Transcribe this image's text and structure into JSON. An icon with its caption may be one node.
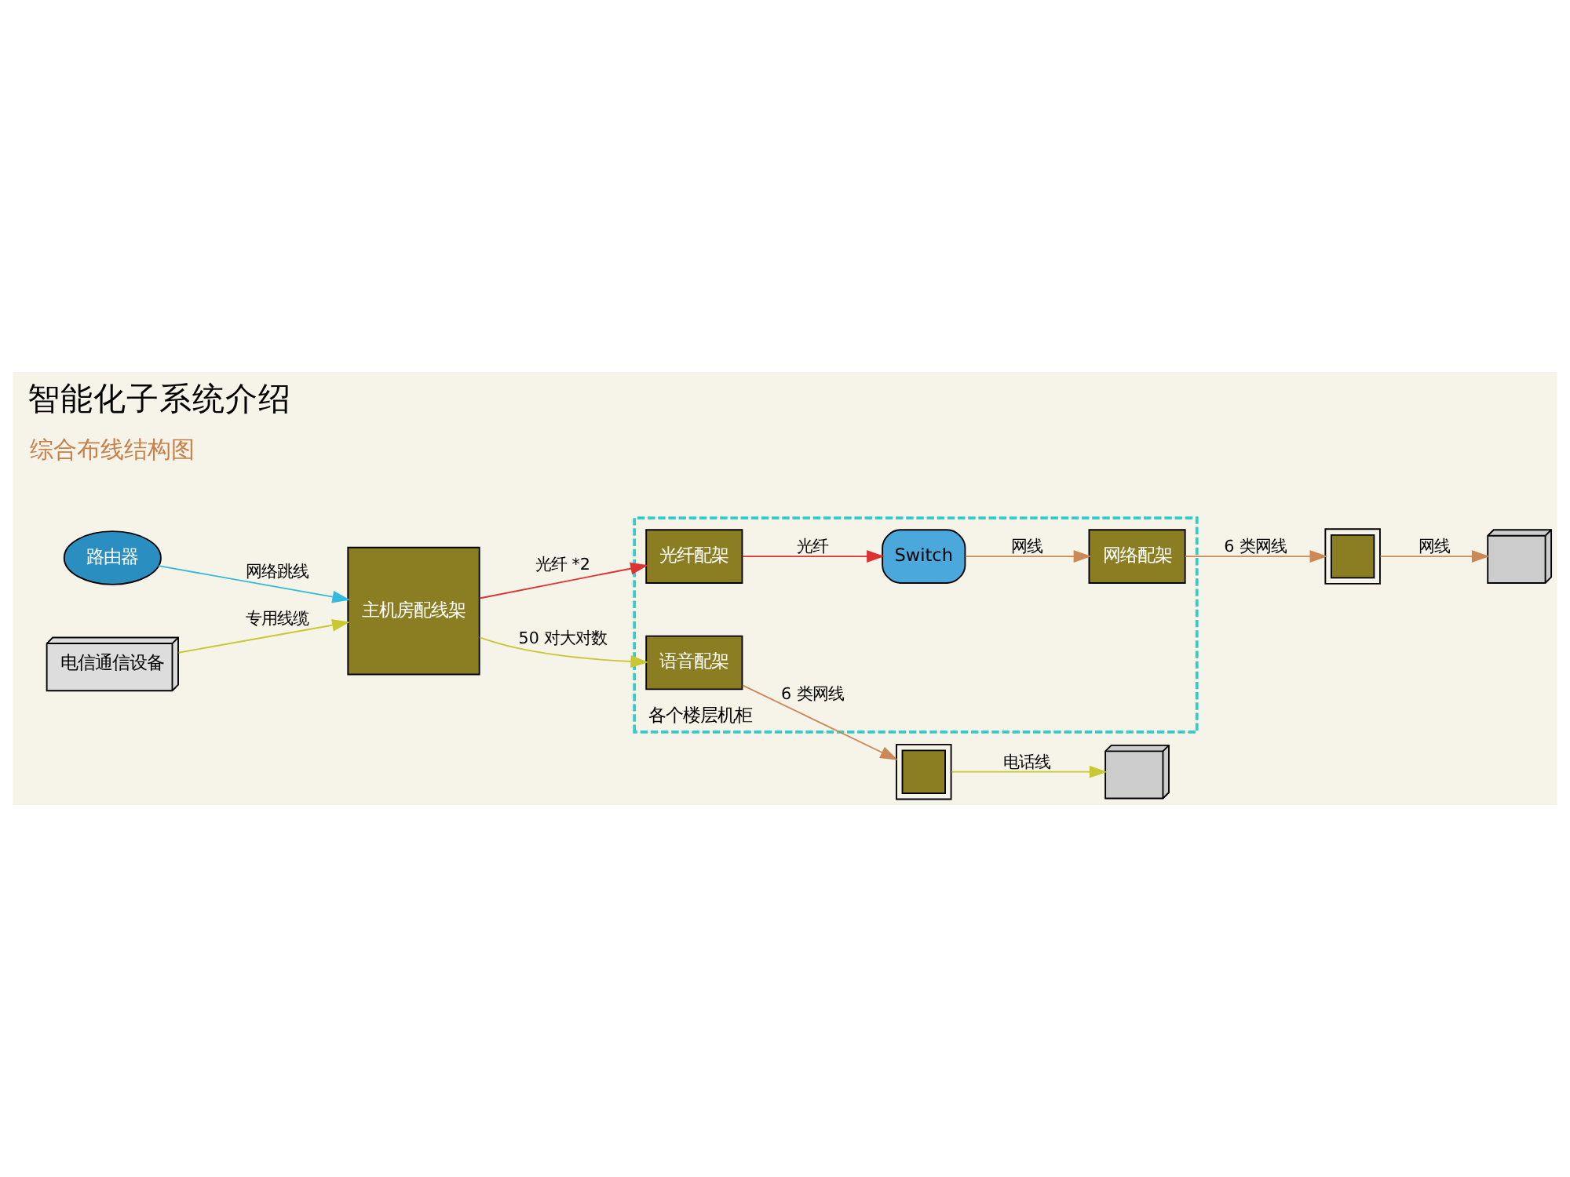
{
  "diagram": {
    "title": "智能化子系统介绍",
    "nodes": [
      {
        "text": [
          "路由器"
        ]
      },
      {
        "text": [
          "电信通信设备"
        ]
      },
      {
        "text": [
          "主机房配线架"
        ]
      },
      {
        "text": [
          "各个楼层机柜"
        ]
      },
      {
        "text": [
          "光纤配架"
        ],
        "in": 3
      },
      {
        "text": [
          "Switch"
        ],
        "in": 3
      },
      {
        "text": [
          "网络配架"
        ],
        "in": 3
      },
      {
        "text": [
          "语音配架"
        ],
        "in": 3
      },
      {
        "text": [],
        "shape": "box"
      },
      {
        "text": [],
        "shape": "box"
      },
      {
        "text": [],
        "shape": "picture"
      },
      {
        "text": [],
        "shape": "picture"
      }
    ],
    "edges": [
      {
        "from": 0,
        "to": 2,
        "arrow": "to",
        "label": "网络跳线",
        "color": "#33bbdd"
      },
      {
        "from": 1,
        "to": 2,
        "arrow": "to",
        "label": "专用线缆",
        "color": "#c8c832"
      },
      {
        "from": 2,
        "to": 4,
        "arrow": "to",
        "label": "光纤 *2",
        "color": "#dd3333"
      },
      {
        "from": 4,
        "to": 5,
        "arrow": "to",
        "label": "光纤",
        "color": "#dd3333"
      },
      {
        "from": 5,
        "to": 6,
        "arrow": "to",
        "label": "网线"
      },
      {
        "from": 6,
        "to": 8,
        "arrow": "to",
        "label": "6 类网线"
      },
      {
        "from": 2,
        "to": 7,
        "arrow": "to",
        "label": "50 对大对数",
        "color": "#c8c832"
      },
      {
        "from": 7,
        "to": 9,
        "arrow": "to",
        "label": "6 类网线"
      },
      {
        "from": 8,
        "to": 10,
        "arrow": "to",
        "label": "网线"
      },
      {
        "from": 9,
        "to": 11,
        "arrow": "to",
        "label": "电话线",
        "color": "#c8c832"
      }
    ],
    "labels": [
      "综合布线结构图"
    ]
  }
}
